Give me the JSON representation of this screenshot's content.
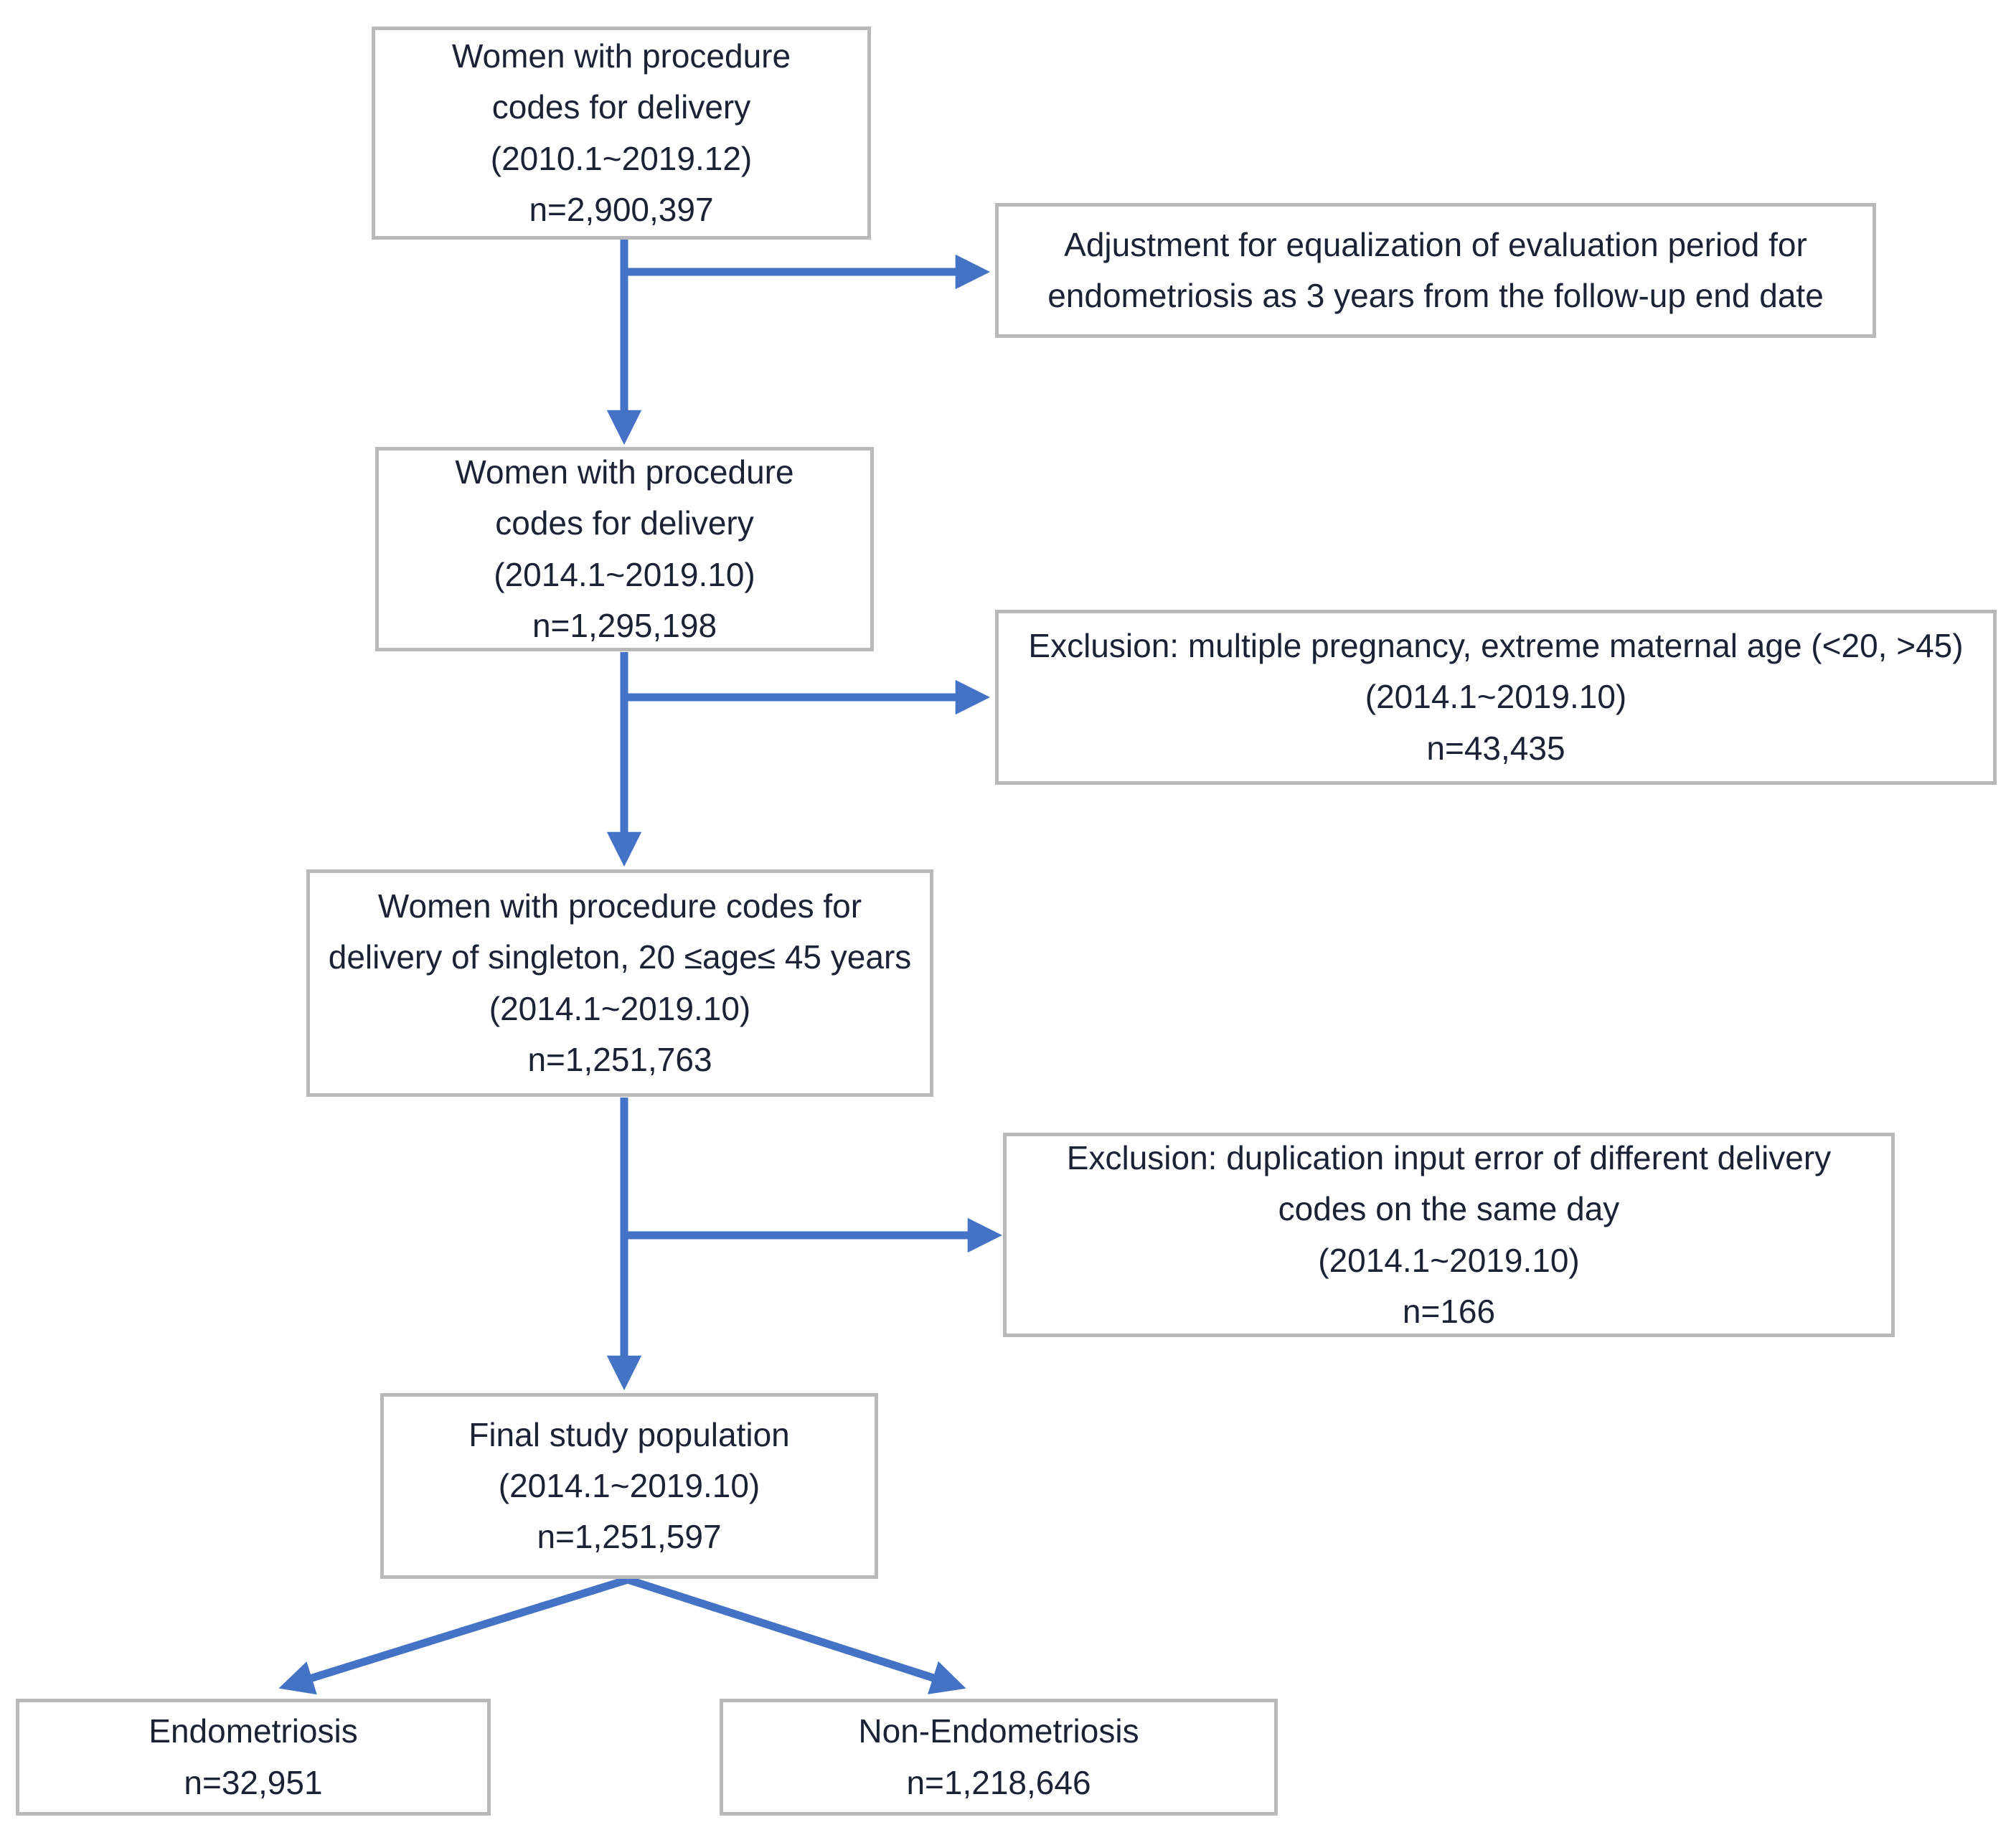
{
  "colors": {
    "arrow": "#4472C4",
    "box_border": "#b9b9b9",
    "text": "#1b2236",
    "background": "#ffffff"
  },
  "boxes": {
    "source_population": {
      "lines": [
        "Women with procedure",
        "codes for delivery",
        "(2010.1~2019.12)",
        "n=2,900,397"
      ]
    },
    "adjustment": {
      "lines": [
        "Adjustment for equalization of evaluation period for",
        "endometriosis as 3 years from the follow-up end date"
      ]
    },
    "population_2014": {
      "lines": [
        "Women with procedure",
        "codes for delivery",
        "(2014.1~2019.10)",
        "n=1,295,198"
      ]
    },
    "exclusion_age": {
      "lines": [
        "Exclusion: multiple pregnancy, extreme maternal age (<20, >45)",
        "(2014.1~2019.10)",
        "n=43,435"
      ]
    },
    "singleton_population": {
      "lines": [
        "Women with procedure codes for",
        "delivery of singleton, 20 ≤age≤ 45 years",
        "(2014.1~2019.10)",
        "n=1,251,763"
      ]
    },
    "exclusion_duplication": {
      "lines": [
        "Exclusion: duplication input error of different delivery",
        "codes on the same day",
        "(2014.1~2019.10)",
        "n=166"
      ]
    },
    "final_population": {
      "lines": [
        "Final study population",
        "(2014.1~2019.10)",
        "n=1,251,597"
      ]
    },
    "endometriosis": {
      "lines": [
        "Endometriosis",
        "n=32,951"
      ]
    },
    "non_endometriosis": {
      "lines": [
        "Non-Endometriosis",
        "n=1,218,646"
      ]
    }
  }
}
